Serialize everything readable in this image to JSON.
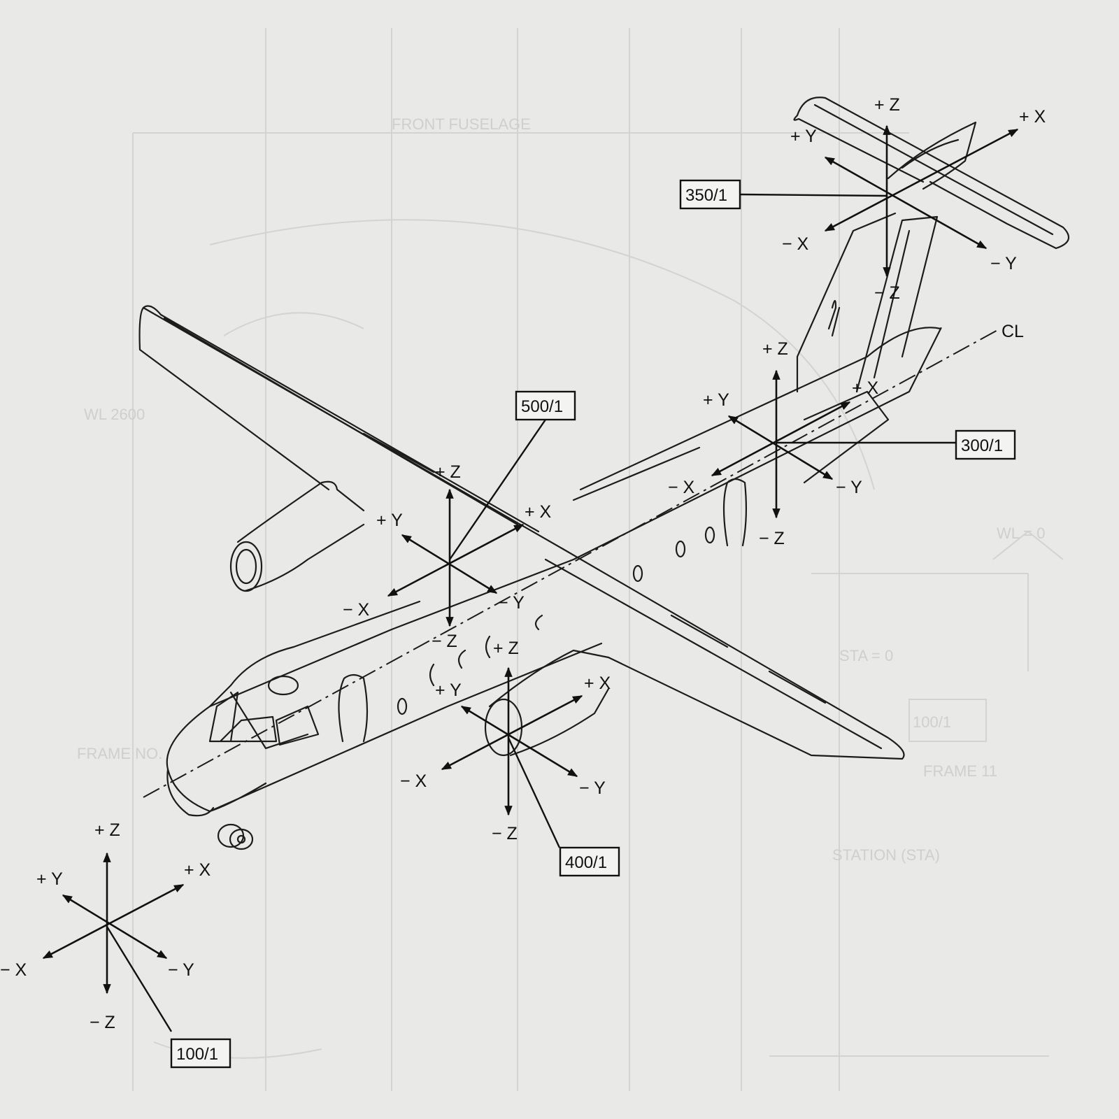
{
  "diagram": {
    "centerline_label": "CL",
    "axis_labels": {
      "pz": "+ Z",
      "nz": "− Z",
      "px": "+ X",
      "nx": "− X",
      "py": "+ Y",
      "ny": "− Y"
    },
    "axis_systems": [
      {
        "id": "100",
        "label": "100/1",
        "part": "forward fuselage / nose"
      },
      {
        "id": "400",
        "label": "400/1",
        "part": "wing / engine nacelle"
      },
      {
        "id": "500",
        "label": "500/1",
        "part": "left wing"
      },
      {
        "id": "300",
        "label": "300/1",
        "part": "rear fuselage"
      },
      {
        "id": "350",
        "label": "350/1",
        "part": "horizontal stabilizer"
      }
    ],
    "background_text": {
      "t1": "WL 2600",
      "t2": "WL = 0",
      "t3": "STA = 0",
      "t4": "FRAME 11",
      "t5": "STATION (STA)",
      "t6": "FRONT FUSELAGE",
      "t7": "FRAME NO.",
      "t8": "100/1"
    },
    "colors": {
      "ink": "#111111",
      "paper": "#e9e9e7",
      "bleed": "#d3d3d1"
    }
  }
}
